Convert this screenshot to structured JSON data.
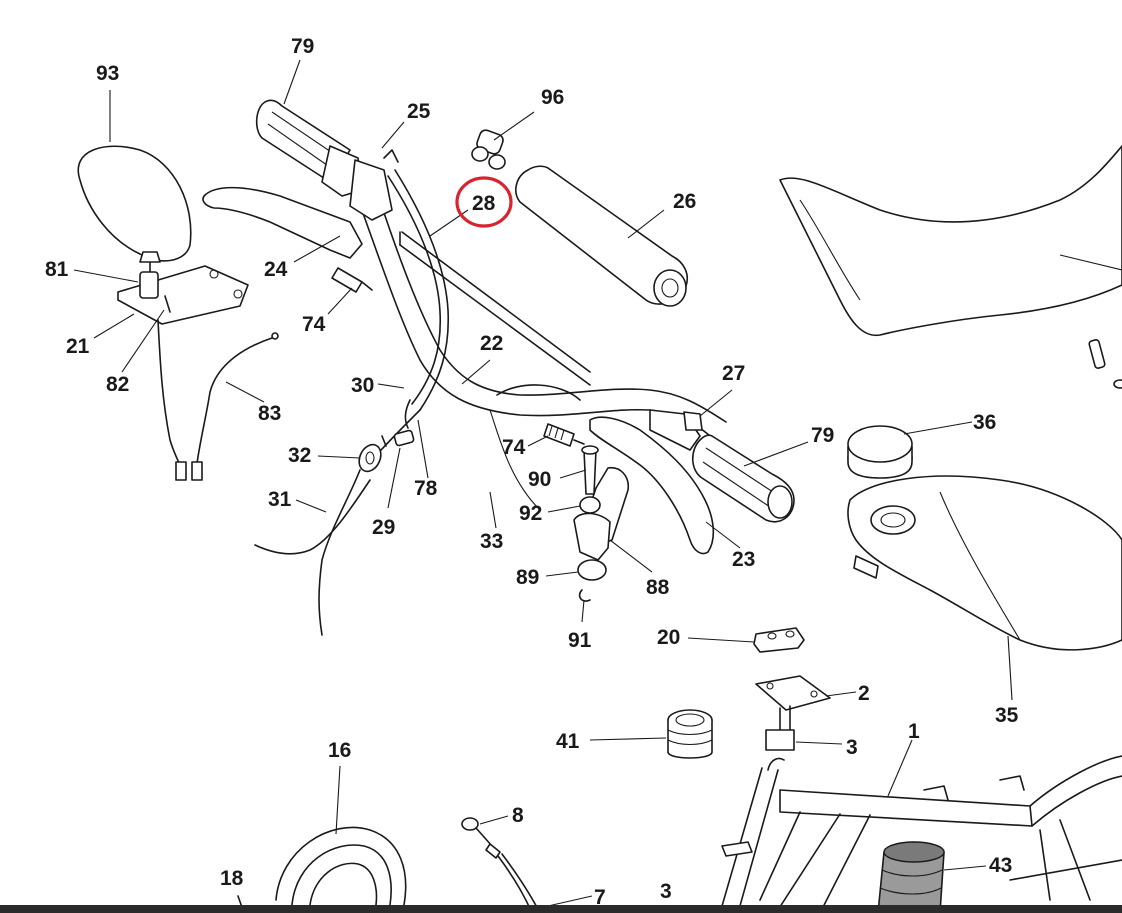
{
  "highlight_color": "#d9232e",
  "bar_color": "#2b2b2b",
  "labels": {
    "p93": "93",
    "p79a": "79",
    "p25": "25",
    "p96": "96",
    "p28": "28",
    "p26": "26",
    "p81": "81",
    "p24": "24",
    "p74a": "74",
    "p21": "21",
    "p82": "82",
    "p83": "83",
    "p22": "22",
    "p30": "30",
    "p27": "27",
    "p36": "36",
    "p79b": "79",
    "p32": "32",
    "p74b": "74",
    "p90": "90",
    "p78": "78",
    "p31": "31",
    "p29": "29",
    "p92": "92",
    "p33": "33",
    "p23": "23",
    "p89": "89",
    "p88": "88",
    "p91": "91",
    "p20": "20",
    "p2": "2",
    "p35": "35",
    "p41": "41",
    "p3a": "3",
    "p1": "1",
    "p16": "16",
    "p8": "8",
    "p43": "43",
    "p18": "18",
    "p7": "7",
    "p3b": "3"
  }
}
